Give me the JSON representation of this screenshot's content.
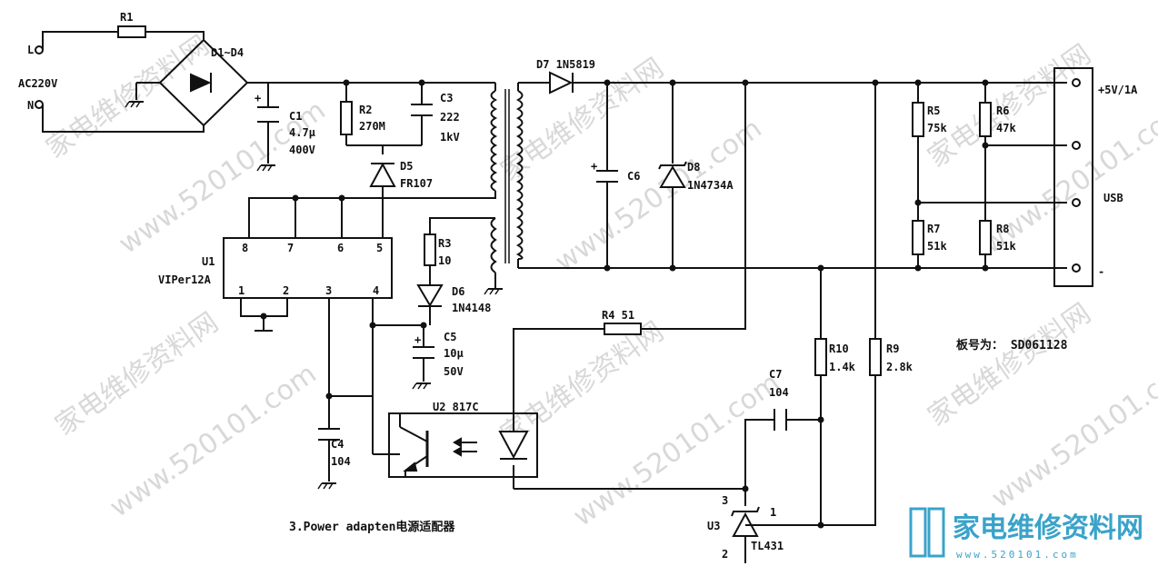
{
  "terminals": {
    "L": "L",
    "N": "N",
    "ac": "AC220V",
    "out_pos": "+5V/1A",
    "out_neg": "-",
    "usb": "USB"
  },
  "parts": {
    "R1": "R1",
    "D1D4": "D1~D4",
    "C1": "C1",
    "C1v": "4.7μ",
    "C1r": "400V",
    "R2": "R2",
    "R2v": "270M",
    "C3": "C3",
    "C3v": "222",
    "C3r": "1kV",
    "D5": "D5",
    "D5v": "FR107",
    "U1": "U1",
    "U1v": "VIPer12A",
    "pins": [
      "8",
      "7",
      "6",
      "5",
      "1",
      "2",
      "3",
      "4"
    ],
    "R3": "R3",
    "R3v": "10",
    "D6": "D6",
    "D6v": "1N4148",
    "C5": "C5",
    "C5v": "10μ",
    "C5r": "50V",
    "C4": "C4",
    "C4v": "104",
    "U2": "U2  817C",
    "R4": "R4  51",
    "D7": "D7  1N5819",
    "C6": "C6",
    "D8": "D8",
    "D8v": "1N4734A",
    "C7": "C7",
    "C7v": "104",
    "R10": "R10",
    "R10v": "1.4k",
    "R9": "R9",
    "R9v": "2.8k",
    "U3": "U3",
    "U3v": "TL431",
    "U3p1": "1",
    "U3p2": "2",
    "U3p3": "3",
    "R5": "R5",
    "R5v": "75k",
    "R6": "R6",
    "R6v": "47k",
    "R7": "R7",
    "R7v": "51k",
    "R8": "R8",
    "R8v": "51k"
  },
  "board": "板号为： SD061128",
  "caption": "3.Power adapten电源适配器",
  "watermark": {
    "cn": "家电维修资料网",
    "url": "www.520101.com"
  },
  "logo": {
    "title": "家电维修资料网",
    "sub": "www.520101.com"
  }
}
